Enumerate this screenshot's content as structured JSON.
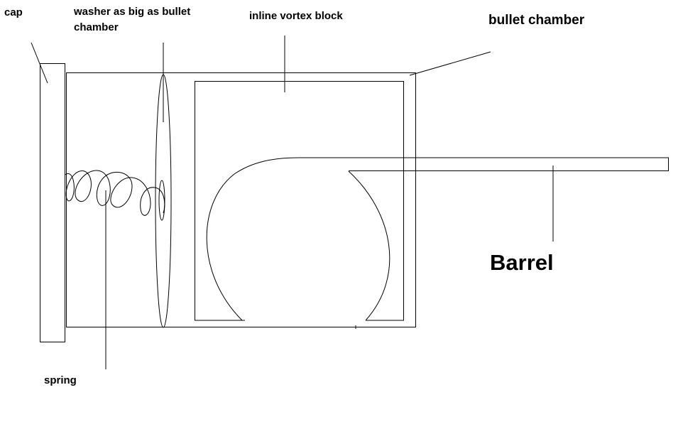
{
  "labels": {
    "cap": "cap",
    "washer_line1": "washer as big as bullet",
    "washer_line2": "chamber",
    "vortex_block": "inline vortex block",
    "bullet_chamber": "bullet chamber",
    "barrel": "Barrel",
    "spring": "spring"
  }
}
